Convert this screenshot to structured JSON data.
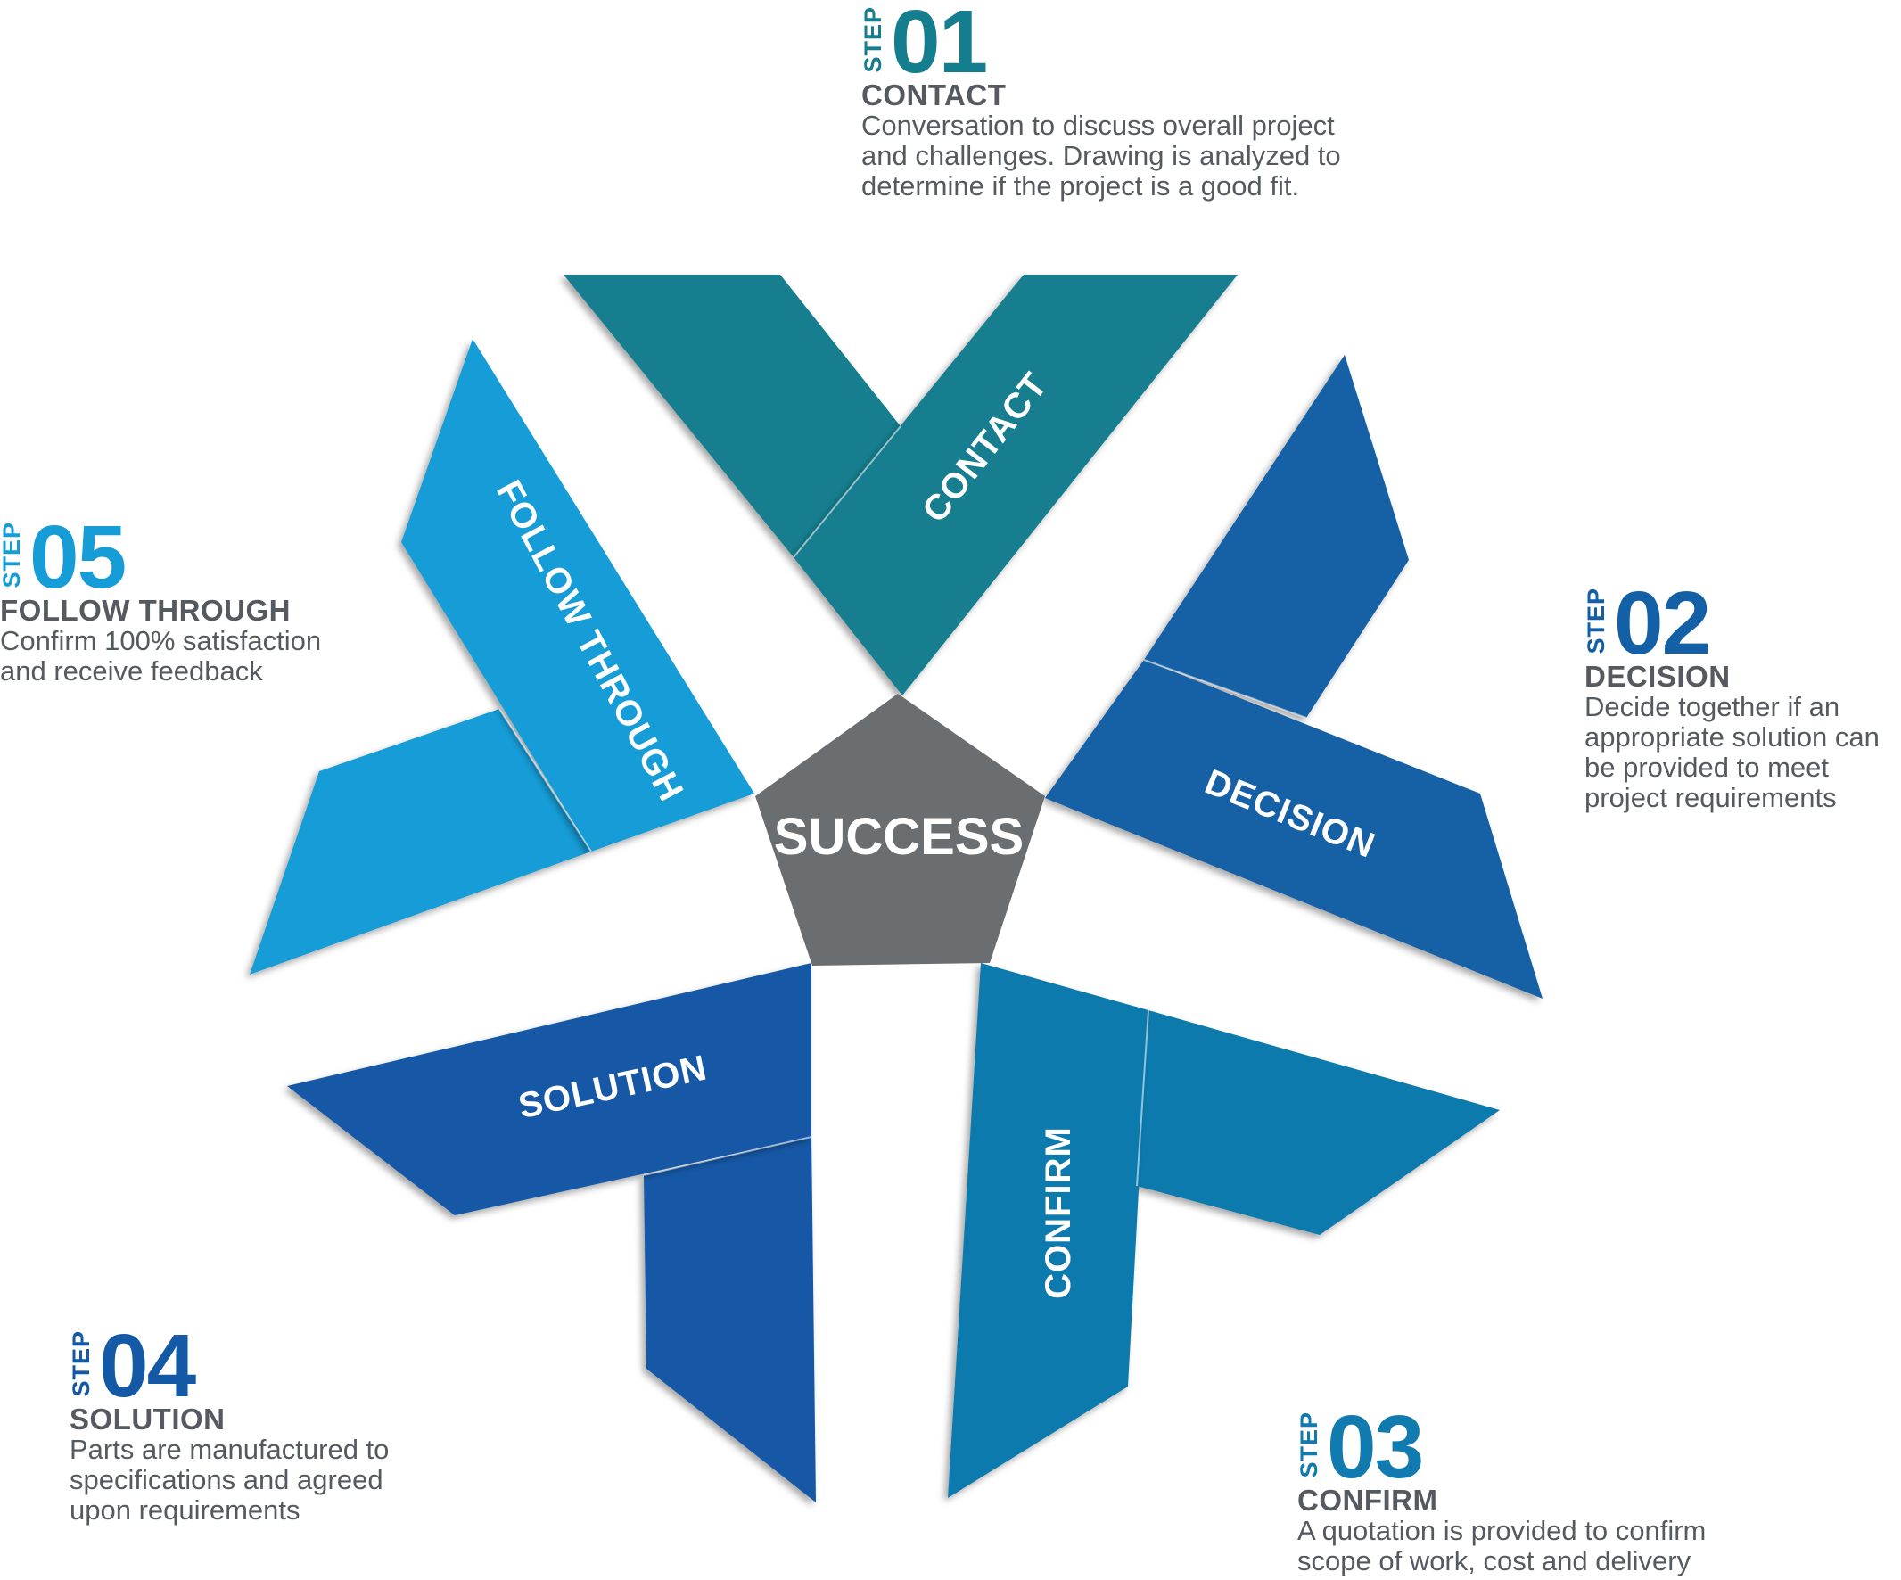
{
  "center": {
    "label": "SUCCESS"
  },
  "colors": {
    "contact": "#157e8e",
    "decision": "#1460a6",
    "confirm": "#117aae",
    "solution": "#1459a6",
    "follow": "#169dd7",
    "center": "#6b6e71",
    "text": "#555a60"
  },
  "ribbons": {
    "contact": "CONTACT",
    "decision": "DECISION",
    "confirm": "CONFIRM",
    "solution": "SOLUTION",
    "follow": "FOLLOW THROUGH"
  },
  "steps": [
    {
      "id": "s1",
      "step_word": "STEP",
      "number": "01",
      "title": "CONTACT",
      "description": "Conversation to discuss overall project\nand challenges.  Drawing is analyzed to\ndetermine if the project is a good fit."
    },
    {
      "id": "s2",
      "step_word": "STEP",
      "number": "02",
      "title": "DECISION",
      "description": "Decide together if an\nappropriate solution can\nbe provided to meet\nproject requirements"
    },
    {
      "id": "s3",
      "step_word": "STEP",
      "number": "03",
      "title": "CONFIRM",
      "description": "A quotation is provided to confirm\nscope of work, cost and delivery"
    },
    {
      "id": "s4",
      "step_word": "STEP",
      "number": "04",
      "title": "SOLUTION",
      "description": "Parts are manufactured to\nspecifications and agreed\nupon requirements"
    },
    {
      "id": "s5",
      "step_word": "STEP",
      "number": "05",
      "title": "FOLLOW THROUGH",
      "description": "Confirm 100% satisfaction\nand receive feedback"
    }
  ]
}
